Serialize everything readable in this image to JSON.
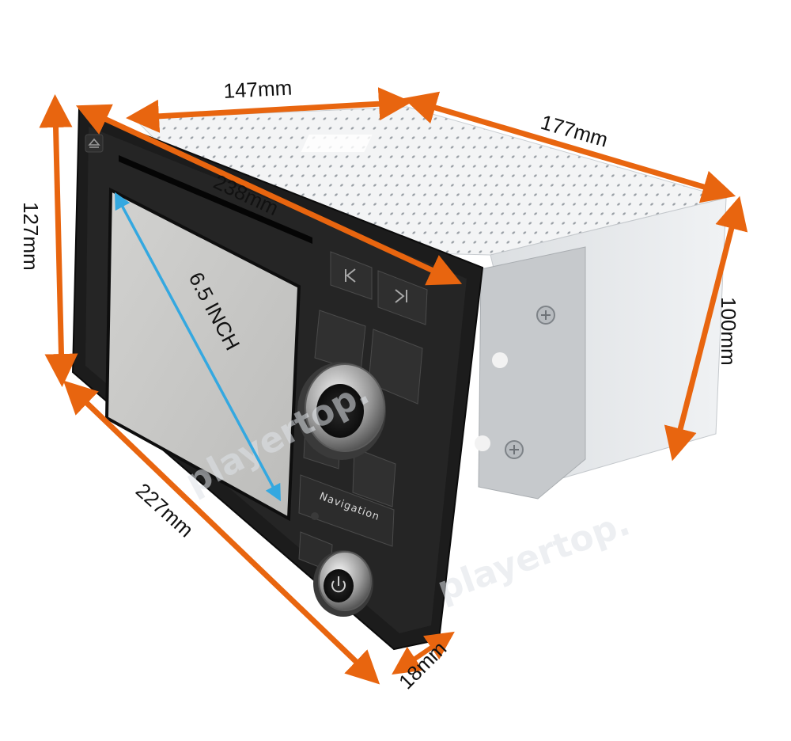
{
  "colors": {
    "arrow": "#e8650f",
    "screen_arrow": "#34a8e0",
    "bezel": "#1c1c1c",
    "chassis": "#eceef0"
  },
  "dimensions": {
    "depth_top": "147mm",
    "depth_side": "177mm",
    "front_width": "238mm",
    "front_height": "127mm",
    "side_height": "100mm",
    "bottom_width": "227mm",
    "thickness": "18mm",
    "screen_diagonal": "6.5 INCH"
  },
  "device": {
    "navigation_label": "Navigation",
    "icons": [
      "eject-icon",
      "previous-track-icon",
      "next-track-icon",
      "power-icon"
    ]
  },
  "watermark": {
    "text": "playertop."
  }
}
